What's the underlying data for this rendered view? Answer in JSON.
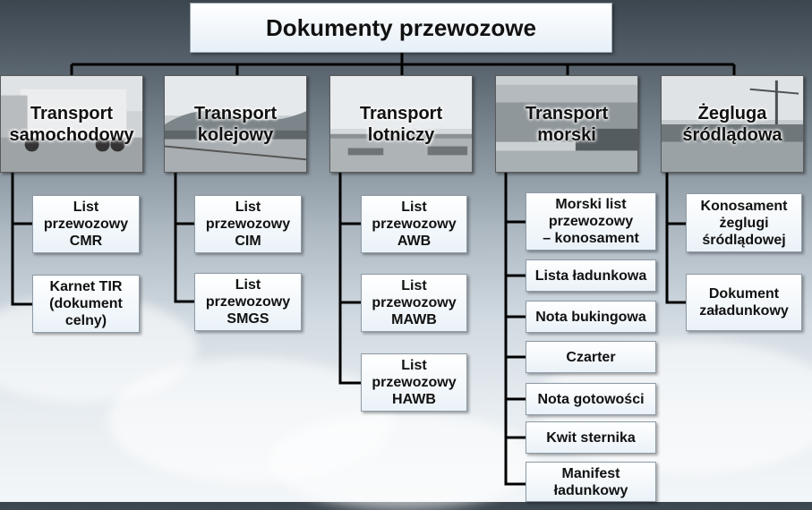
{
  "title": "Dokumenty przewozowe",
  "categories": [
    {
      "label": "Transport\nsamochodowy",
      "photo": "truck-photo",
      "documents": [
        "List\nprzewozowy\nCMR",
        "Karnet TIR\n(dokument\ncelny)"
      ]
    },
    {
      "label": "Transport\nkolejowy",
      "photo": "railway-photo",
      "documents": [
        "List\nprzewozowy\nCIM",
        "List\nprzewozowy\nSMGS"
      ]
    },
    {
      "label": "Transport\nlotniczy",
      "photo": "airport-photo",
      "documents": [
        "List\nprzewozowy\nAWB",
        "List\nprzewozowy\nMAWB",
        "List\nprzewozowy\nHAWB"
      ]
    },
    {
      "label": "Transport\nmorski",
      "photo": "container-port-photo",
      "documents": [
        "Morski list\nprzewozowy\n– konosament",
        "Lista ładunkowa",
        "Nota bukingowa",
        "Czarter",
        "Nota gotowości",
        "Kwit sternika",
        "Manifest\nładunkowy"
      ]
    },
    {
      "label": "Żegluga\nśródlądowa",
      "photo": "river-port-photo",
      "documents": [
        "Konosament\nżeglugi\nśródlądowej",
        "Dokument\nzaładunkowy"
      ]
    }
  ]
}
